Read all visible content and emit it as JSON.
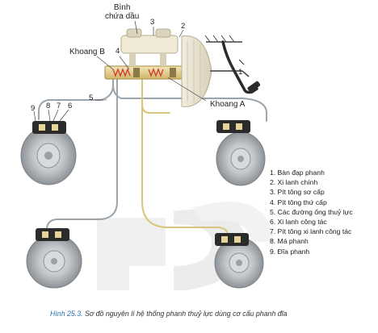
{
  "labels": {
    "reservoir_line1": "Bình",
    "reservoir_line2": "chứa dầu",
    "chamber_b": "Khoang B",
    "chamber_a": "Khoang A",
    "n1": "1",
    "n2": "2",
    "n3": "3",
    "n4": "4",
    "n5": "5",
    "n6": "6",
    "n7": "7",
    "n8": "8",
    "n9": "9"
  },
  "legend": [
    "1. Bàn đạp phanh",
    "2. Xi lanh chính",
    "3. Pít tông sơ cấp",
    "4. Pít tông thứ cấp",
    "5. Các đường ống thuỷ lực",
    "6. Xi lanh công tác",
    "7. Pít tông xi lanh công tác",
    "8. Má phanh",
    "9. Đĩa phanh"
  ],
  "caption": {
    "figure": "Hình 25.3.",
    "text": " Sơ đồ nguyên lí hệ thống phanh thuỷ lực dùng cơ cấu phanh đĩa"
  },
  "colors": {
    "fluid_line": "#9aa4ad",
    "fluid_line_yellow": "#d8c77a",
    "cylinder_body": "#e7d49a",
    "spring": "#d43a2f",
    "disc": "#bfc3c7",
    "caliper": "#2b2b2b",
    "watermark": "#eeeeee",
    "figure_label": "#2a6fb8"
  }
}
